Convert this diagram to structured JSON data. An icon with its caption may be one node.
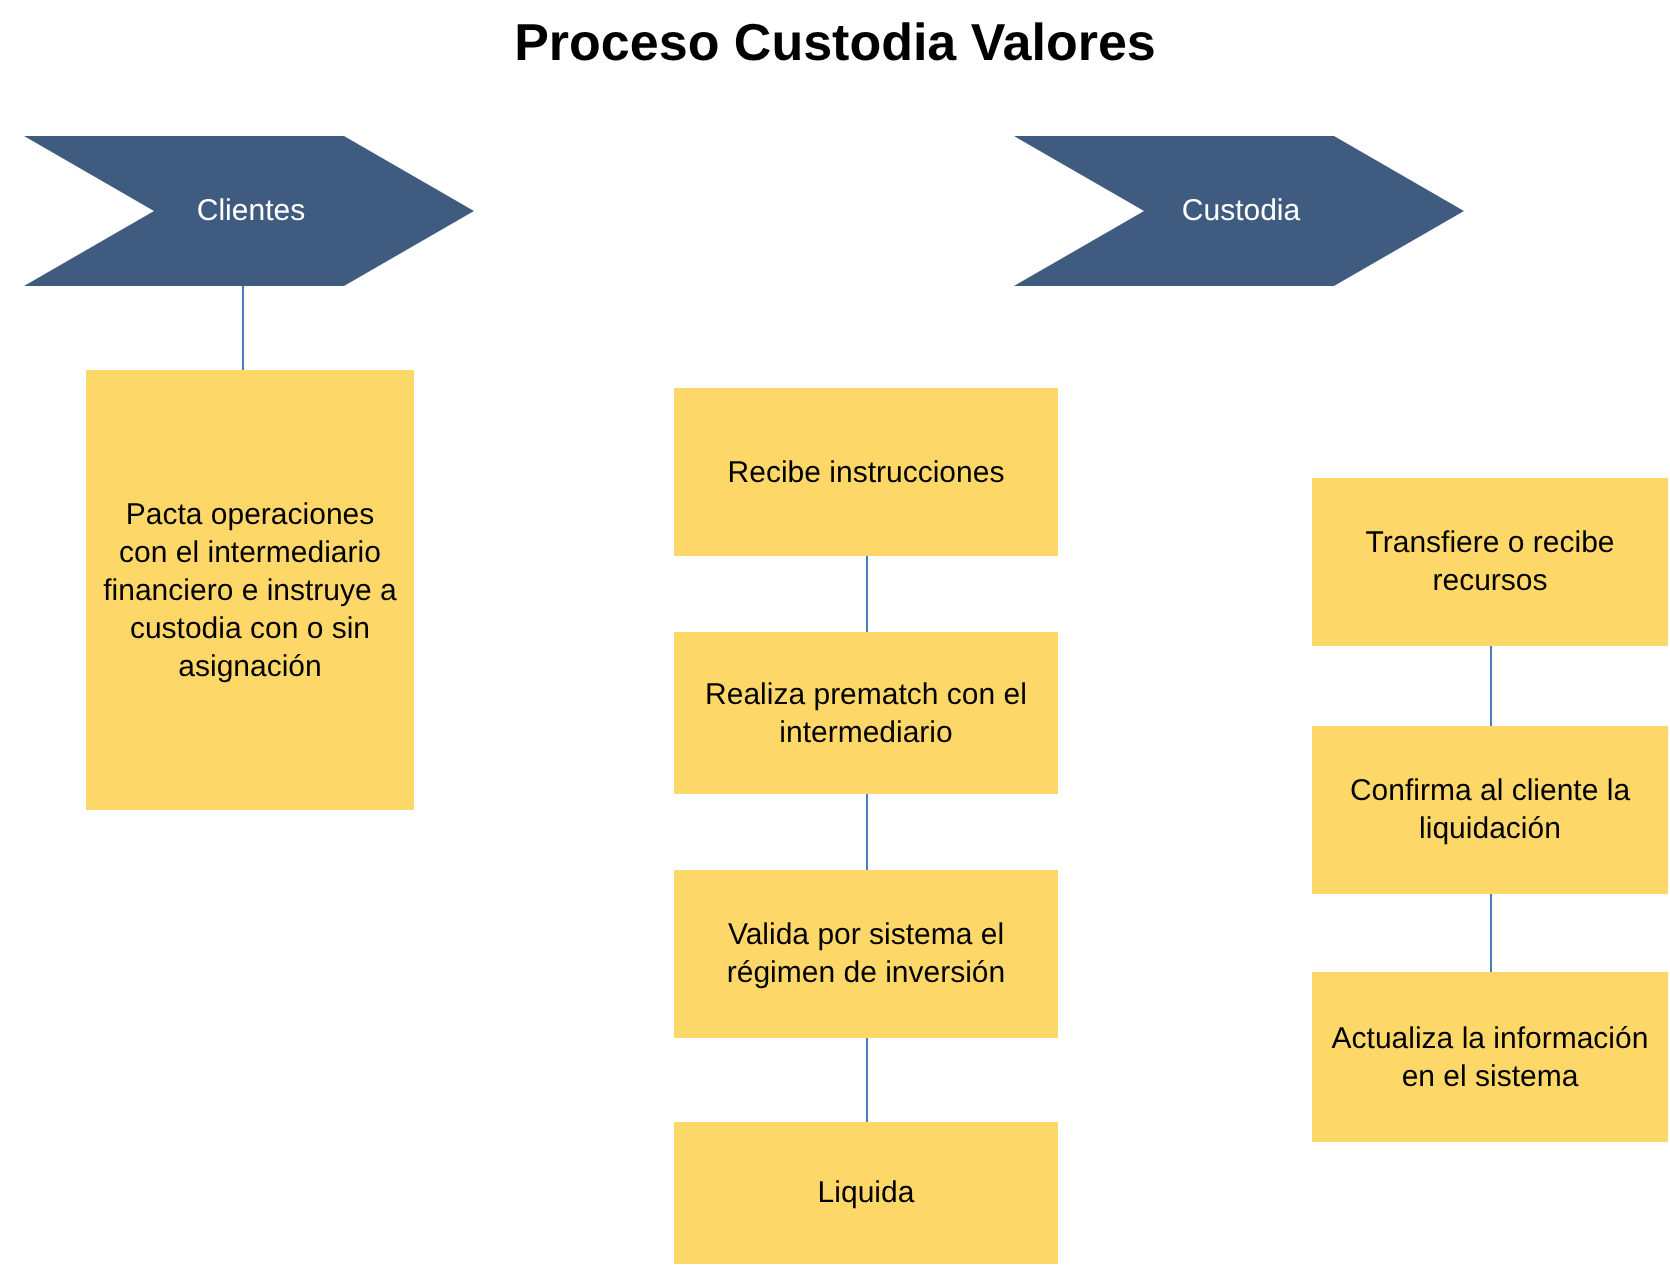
{
  "diagram": {
    "title": "Proceso Custodia Valores",
    "nodes": [
      {
        "text": [
          "Clientes"
        ]
      },
      {
        "text": [
          "Custodia"
        ]
      },
      {
        "text": [
          "Pacta operaciones con el intermediario financiero e instruye a custodia con o sin asignación"
        ]
      },
      {
        "text": [
          "Recibe instrucciones"
        ]
      },
      {
        "text": [
          "Realiza prematch con el intermediario"
        ]
      },
      {
        "text": [
          "Valida por sistema el régimen de inversión"
        ]
      },
      {
        "text": [
          "Liquida"
        ]
      },
      {
        "text": [
          "Transfiere o recibe recursos"
        ]
      },
      {
        "text": [
          "Confirma al cliente la liquidación"
        ]
      },
      {
        "text": [
          "Actualiza la información en el sistema"
        ]
      }
    ],
    "edges": [
      {
        "from": 0,
        "to": 2,
        "arrow": "none"
      },
      {
        "from": 3,
        "to": 4,
        "arrow": "none"
      },
      {
        "from": 4,
        "to": 5,
        "arrow": "none"
      },
      {
        "from": 5,
        "to": 6,
        "arrow": "none"
      },
      {
        "from": 7,
        "to": 8,
        "arrow": "none"
      },
      {
        "from": 8,
        "to": 9,
        "arrow": "none"
      }
    ]
  }
}
